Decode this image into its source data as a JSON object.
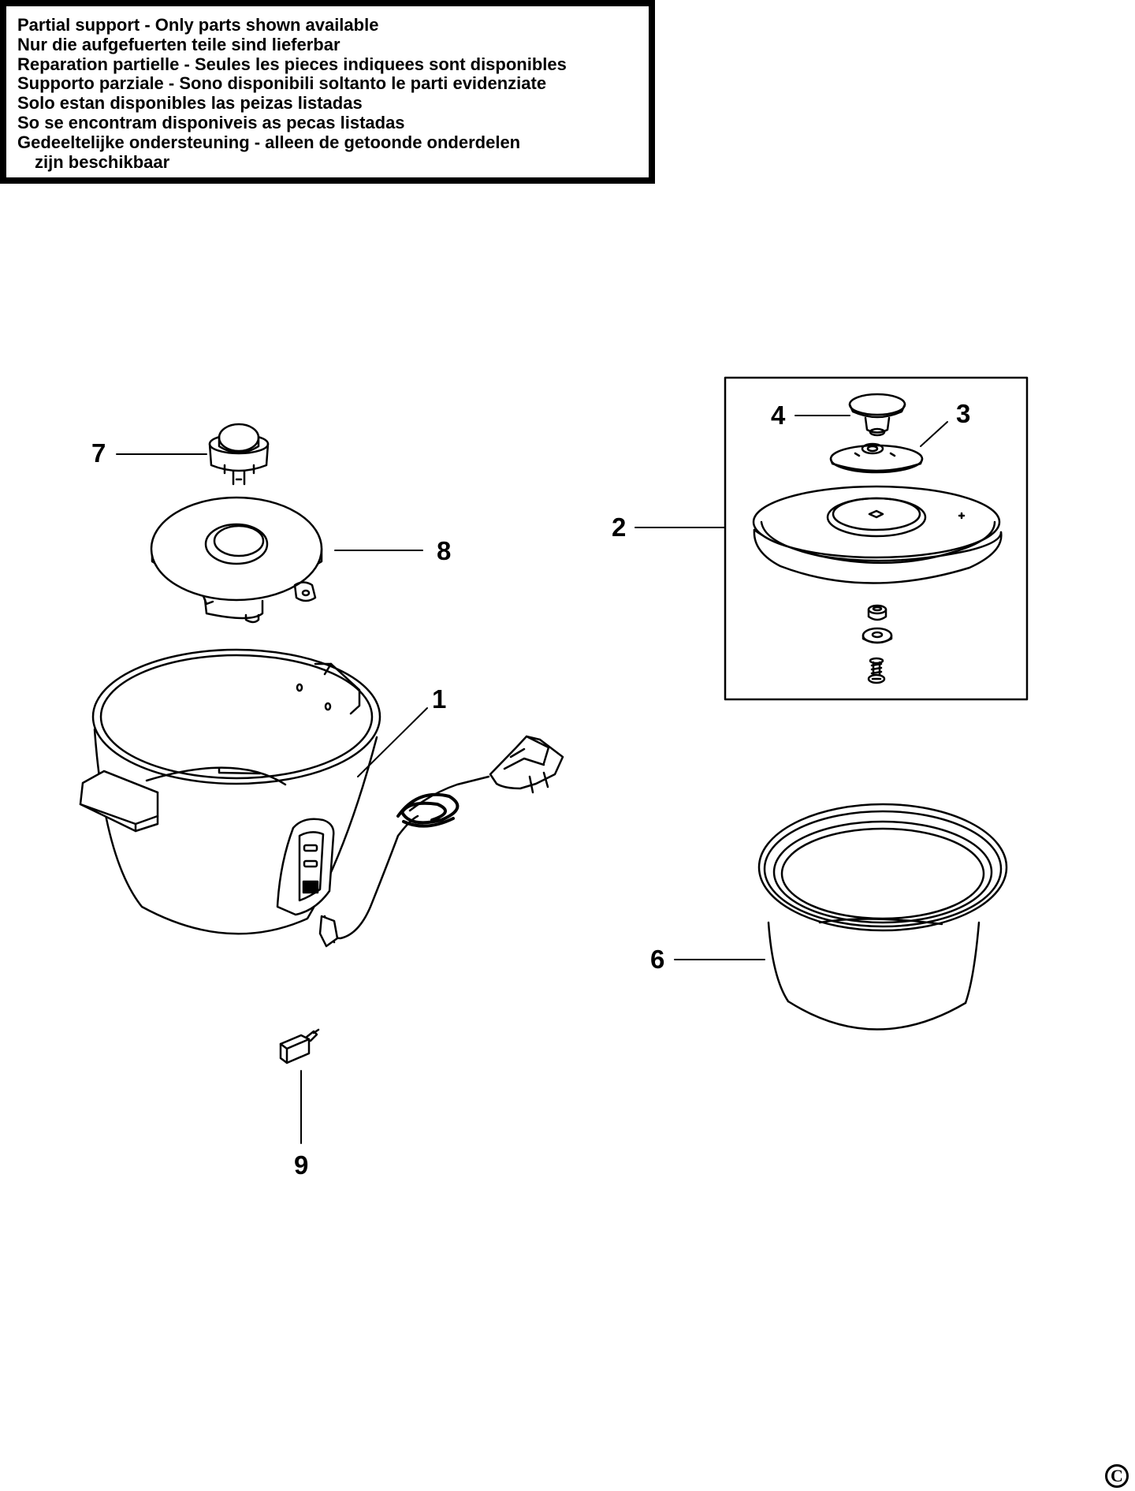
{
  "notice": {
    "lines": [
      "Partial support - Only parts shown available",
      "Nur die aufgefuerten teile sind lieferbar",
      "Reparation partielle - Seules les pieces indiquees sont disponibles",
      "Supporto parziale - Sono disponibili soltanto le parti evidenziate",
      "Solo estan disponibles las peizas listadas",
      "So se encontram disponiveis as pecas listadas",
      "Gedeeltelijke ondersteuning - alleen de getoonde onderdelen",
      "zijn beschikbaar"
    ]
  },
  "parts": {
    "p1": "1",
    "p2": "2",
    "p3": "3",
    "p4": "4",
    "p6": "6",
    "p7": "7",
    "p8": "8",
    "p9": "9"
  },
  "copyright_symbol": "C",
  "colors": {
    "ink": "#000000",
    "paper": "#ffffff"
  }
}
